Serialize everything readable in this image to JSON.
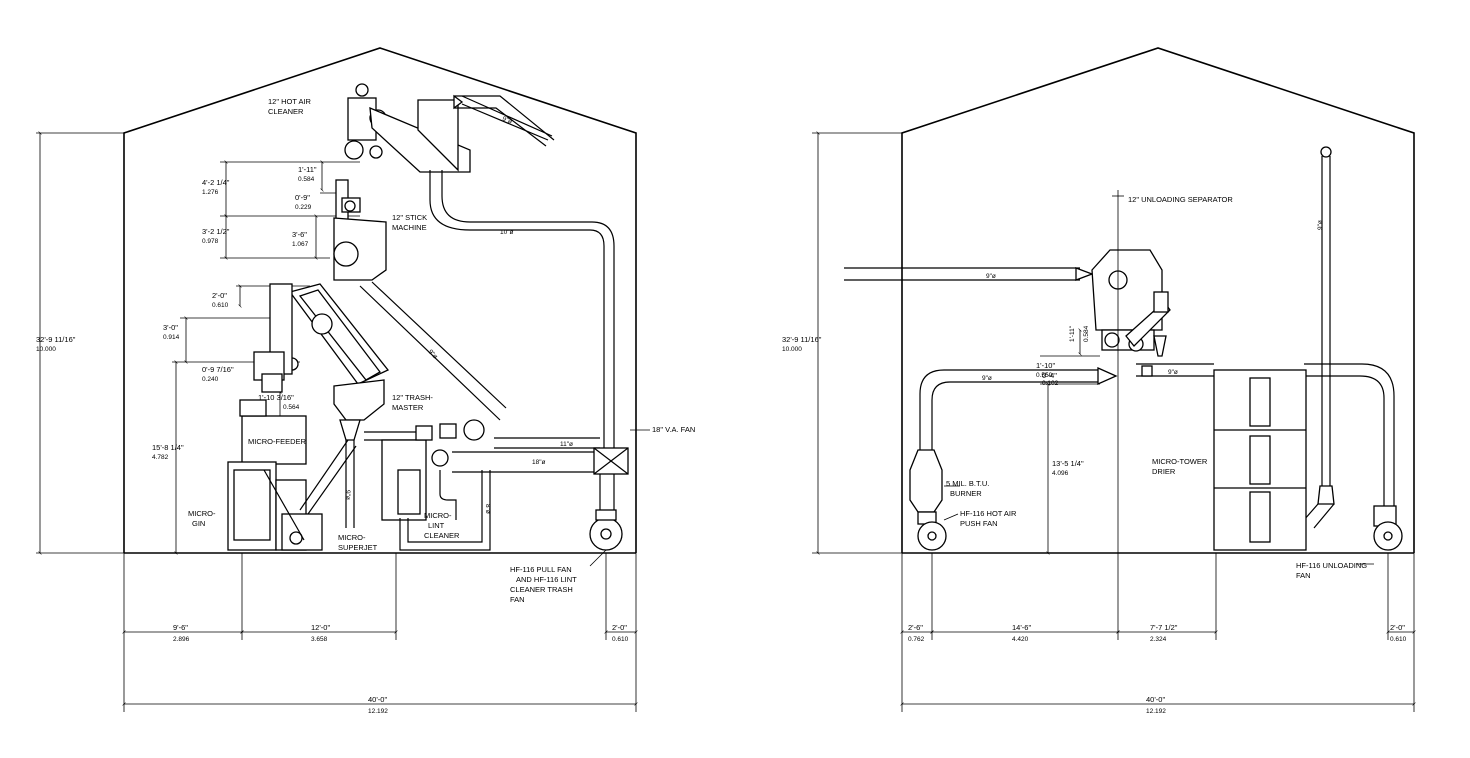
{
  "left_elevation": {
    "labels": {
      "hot_air_cleaner": [
        "12\" HOT AIR",
        "CLEANER"
      ],
      "stick_machine": [
        "12\" STICK",
        "MACHINE"
      ],
      "trash_master": [
        "12\" TRASH-",
        "MASTER"
      ],
      "micro_feeder": "MICRO-FEEDER",
      "micro_gin": [
        "MICRO-",
        "GIN"
      ],
      "micro_superjet": [
        "MICRO-",
        "SUPERJET"
      ],
      "micro_lint_cleaner": [
        "MICRO-",
        "LINT",
        "CLEANER"
      ],
      "va_fan": "18\" V.A. FAN",
      "pull_fan": [
        "HF-116 PULL FAN",
        "AND HF-116 LINT",
        "CLEANER TRASH",
        "FAN"
      ]
    },
    "duct_labels": {
      "d9_top": "9\"ø",
      "d10": "10\"ø",
      "d9_diag": "9\"ø",
      "d11": "11\"ø",
      "d18": "18\"ø",
      "d9_vert": "9\"ø",
      "d8": "8\"ø"
    },
    "dimensions": {
      "overall_height": [
        "32'-9 11/16\"",
        "10.000"
      ],
      "d1": [
        "1'-11\"",
        "0.584"
      ],
      "d2": [
        "4'-2 1/4\"",
        "1.276"
      ],
      "d3": [
        "0'-9\"",
        "0.229"
      ],
      "d4": [
        "3'-2 1/2\"",
        "0.978"
      ],
      "d5": [
        "3'-6\"",
        "1.067"
      ],
      "d6": [
        "2'-0\"",
        "0.610"
      ],
      "d7": [
        "3'-0\"",
        "0.914"
      ],
      "d8": [
        "0'-9 7/16\"",
        "0.240"
      ],
      "d9": [
        "1'-10 3/16\"",
        "0.564"
      ],
      "d10": [
        "15'-8 1/4\"",
        "4.782"
      ],
      "w1": [
        "9'-6\"",
        "2.896"
      ],
      "w2": [
        "12'-0\"",
        "3.658"
      ],
      "w3": [
        "2'-0\"",
        "0.610"
      ],
      "overall_width": [
        "40'-0\"",
        "12.192"
      ]
    }
  },
  "right_elevation": {
    "labels": {
      "unloading_separator": "12\" UNLOADING SEPARATOR",
      "burner": [
        "5 MIL. B.T.U.",
        "BURNER"
      ],
      "push_fan": [
        "HF-116 HOT AIR",
        "PUSH FAN"
      ],
      "tower_drier": [
        "MICRO-TOWER",
        "DRIER"
      ],
      "unloading_fan": [
        "HF-116 UNLOADING",
        "FAN"
      ]
    },
    "duct_labels": {
      "d9_top": "9\"ø",
      "d9_left": "9\"ø",
      "d9_right": "9\"ø",
      "d9_vert": "9\"ø"
    },
    "dimensions": {
      "overall_height": [
        "32'-9 11/16\"",
        "10.000"
      ],
      "d1": [
        "1'-11\"",
        "0.584"
      ],
      "d2": [
        "1'-10\"",
        "0.559"
      ],
      "d3": [
        "0'-4\"",
        "0.102"
      ],
      "d4": [
        "13'-5 1/4\"",
        "4.096"
      ],
      "w1": [
        "2'-6\"",
        "0.762"
      ],
      "w2": [
        "14'-6\"",
        "4.420"
      ],
      "w3": [
        "7'-7 1/2\"",
        "2.324"
      ],
      "w4": [
        "2'-0\"",
        "0.610"
      ],
      "overall_width": [
        "40'-0\"",
        "12.192"
      ]
    }
  }
}
